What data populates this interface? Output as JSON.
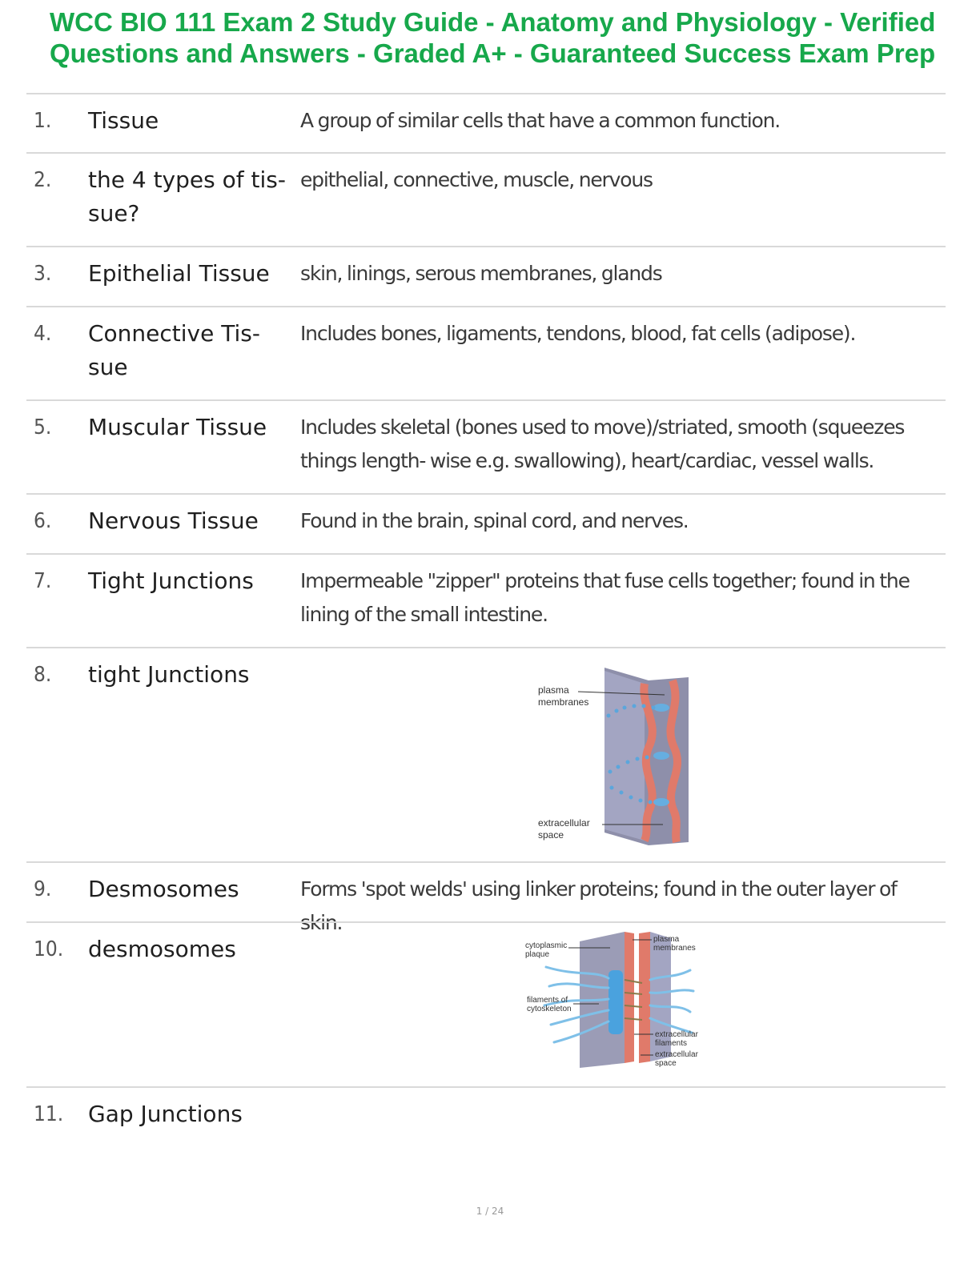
{
  "document": {
    "title": "WCC BIO 111 Exam 2 Study Guide - Anatomy and Physiology - Verified Questions and Answers - Graded A+ - Guaranteed Success Exam Prep",
    "page_indicator": "1 / 24"
  },
  "cards": [
    {
      "number": "1.",
      "term": "Tissue",
      "definition": "A group of similar cells that have a common function."
    },
    {
      "number": "2.",
      "term": "the 4 types of tis- sue?",
      "definition": "epithelial, connective, muscle, nervous"
    },
    {
      "number": "3.",
      "term": "Epithelial Tissue",
      "definition": "skin, linings, serous membranes, glands"
    },
    {
      "number": "4.",
      "term": "Connective Tis- sue",
      "definition": "Includes bones, ligaments, tendons, blood, fat cells (adipose)."
    },
    {
      "number": "5.",
      "term": "Muscular Tissue",
      "definition": "Includes skeletal (bones used to move)/striated, smooth (squeezes things length- wise e.g. swallowing), heart/cardiac, vessel walls."
    },
    {
      "number": "6.",
      "term": "Nervous Tissue",
      "definition": "Found in the brain, spinal cord, and nerves."
    },
    {
      "number": "7.",
      "term": "Tight Junctions",
      "definition": "Impermeable \"zipper\" proteins that fuse cells together; found in the lining of the small intestine."
    },
    {
      "number": "8.",
      "term": "tight Junctions",
      "definition": ""
    },
    {
      "number": "9.",
      "term": "Desmosomes",
      "definition": "Forms 'spot welds' using linker proteins; found in the outer layer of skin."
    },
    {
      "number": "10.",
      "term": "desmosomes",
      "definition": ""
    },
    {
      "number": "11.",
      "term": "Gap Junctions",
      "definition": ""
    }
  ],
  "tight_junction_figure": {
    "label_membranes_1": "plasma",
    "label_membranes_2": "membranes",
    "label_space_1": "extracellular",
    "label_space_2": "space"
  },
  "desmosome_figure": {
    "label_plaque_1": "cytoplasmic",
    "label_plaque_2": "plaque",
    "label_membranes_1": "plasma",
    "label_membranes_2": "membranes",
    "label_filaments_1": "filaments of",
    "label_filaments_2": "cytoskeleton",
    "label_ec_filaments_1": "extracellular",
    "label_ec_filaments_2": "filaments",
    "label_space_1": "extracellular",
    "label_space_2": "space"
  }
}
